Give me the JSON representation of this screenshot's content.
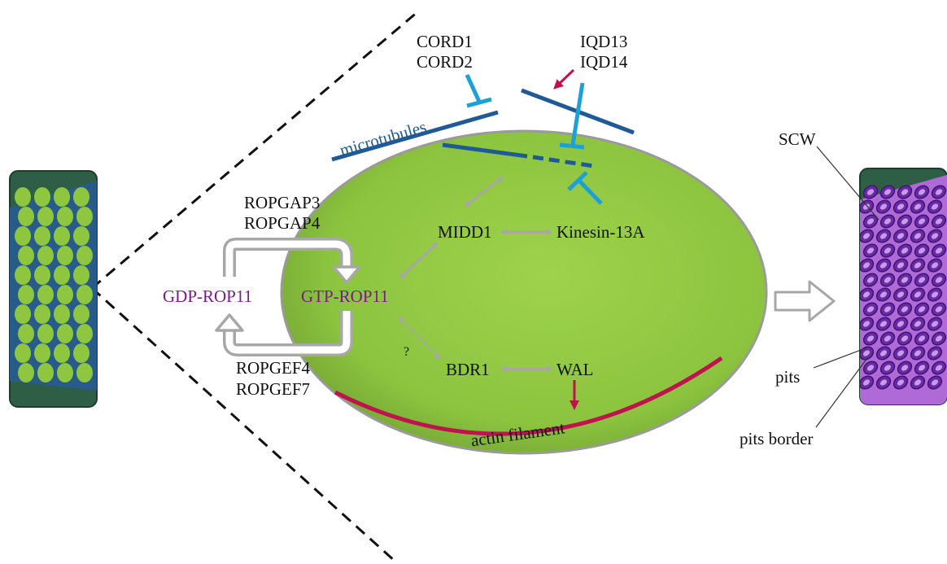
{
  "colors": {
    "cell_green": "#8ec63f",
    "cell_dark": "#2e5f46",
    "microtubule": "#1f5a96",
    "inhibit": "#1ba0d8",
    "actin": "#c0124f",
    "gray_arrow": "#a7a7a7",
    "rop_purple": "#7a1a8c",
    "scw_purple": "#9d4fc7"
  },
  "labels": {
    "cord1": "CORD1",
    "cord2": "CORD2",
    "iqd13": "IQD13",
    "iqd14": "IQD14",
    "microtubules": "microtubules",
    "ropgap3": "ROPGAP3",
    "ropgap4": "ROPGAP4",
    "midd1": "MIDD1",
    "kinesin": "Kinesin-13A",
    "gdp_rop11": "GDP-ROP11",
    "gtp_rop11": "GTP-ROP11",
    "ropgef4": "ROPGEF4",
    "ropgef7": "ROPGEF7",
    "question": "?",
    "bdr1": "BDR1",
    "wal": "WAL",
    "actin": "actin filament",
    "scw": "SCW",
    "pits": "pits",
    "pits_border": "pits border"
  },
  "icons": {
    "left_cell": "xylem-cell-icon",
    "right_cell": "xylem-cell-scw-icon",
    "big_arrow": "outline-arrow-right-icon"
  }
}
